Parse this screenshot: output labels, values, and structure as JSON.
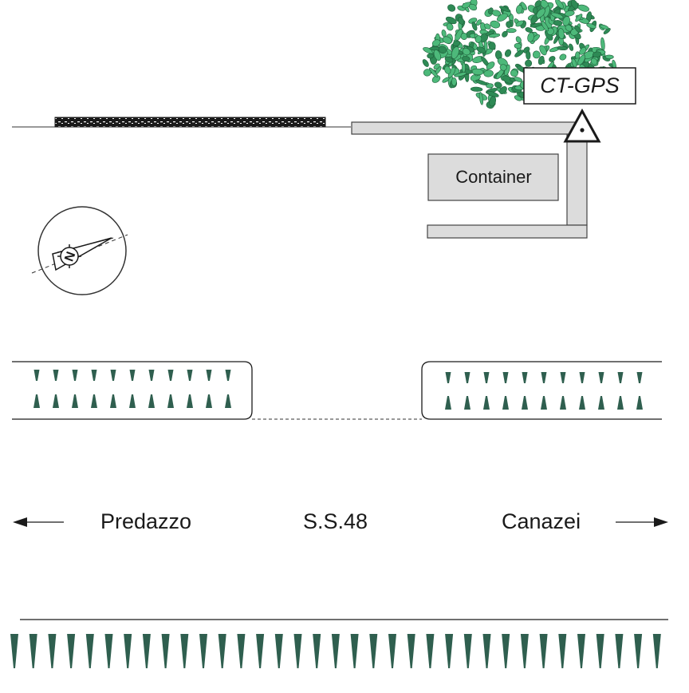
{
  "labels": {
    "station": "CT-GPS",
    "container": "Container",
    "road": "S.S.48",
    "west_town": "Predazzo",
    "east_town": "Canazei"
  },
  "compass": {
    "north_letter": "N"
  },
  "colors": {
    "line": "#1a1a1a",
    "wall_fill": "#dcdcdc",
    "wall_stroke": "#444444",
    "tree": "#2f5f4f",
    "foliage": "#4db97a",
    "foliage_dark": "#2e8a55"
  },
  "icons": {
    "station_marker": "triangle-dot-icon",
    "compass": "compass-icon",
    "west_arrow": "arrow-left-icon",
    "east_arrow": "arrow-right-icon",
    "tree": "conifer-icon"
  }
}
